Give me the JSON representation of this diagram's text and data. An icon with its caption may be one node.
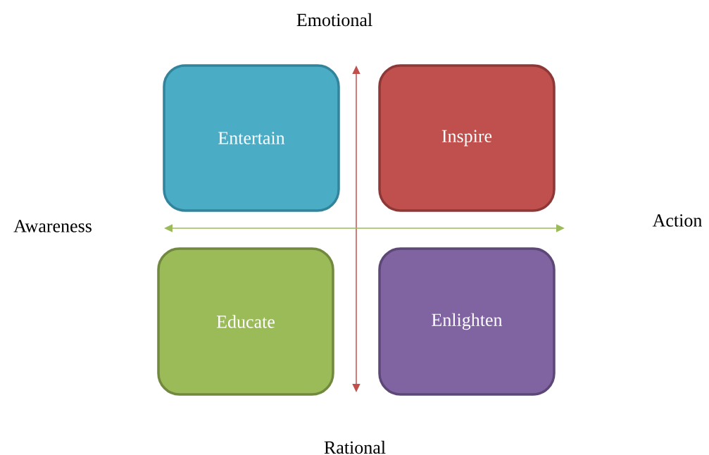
{
  "diagram": {
    "nodes": [
      {
        "text": [
          "Entertain"
        ]
      },
      {
        "text": [
          "Inspire"
        ]
      },
      {
        "text": [
          "Educate"
        ]
      },
      {
        "text": [
          "Enlighten"
        ]
      }
    ],
    "labels": [
      "Emotional",
      "Awareness",
      "Action",
      "Rational"
    ]
  }
}
